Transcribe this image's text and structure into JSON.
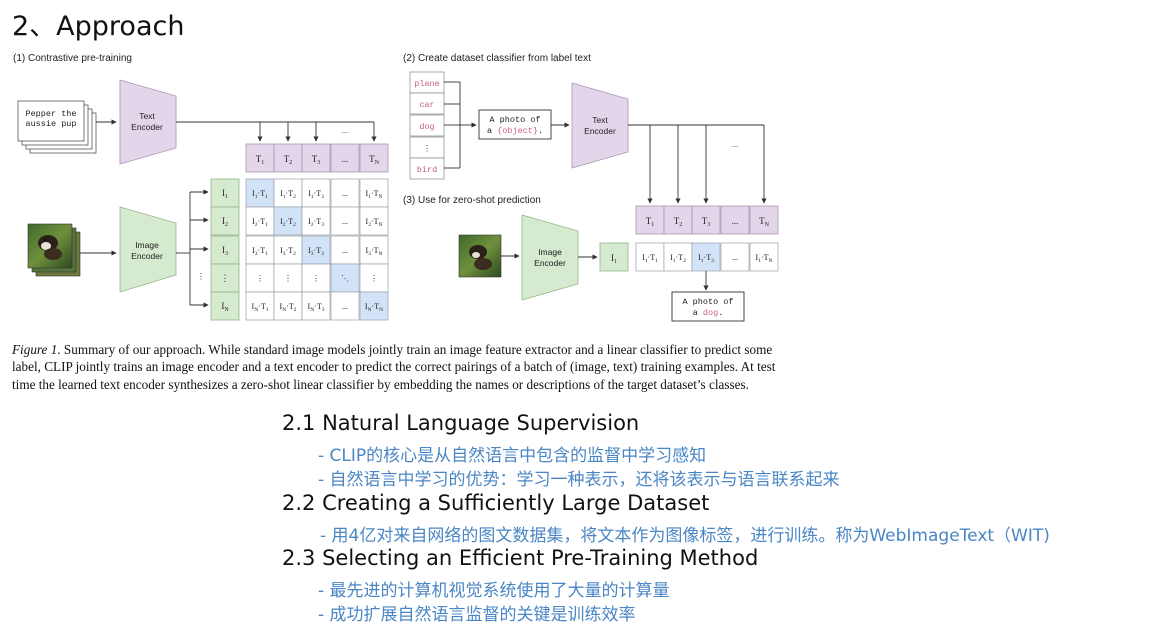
{
  "title": "2、Approach",
  "figure": {
    "panel1_title": "(1) Contrastive pre-training",
    "panel2_title": "(2) Create dataset classifier from label text",
    "panel3_title": "(3) Use for zero-shot prediction",
    "text_card": [
      "Pepper the",
      "aussie pup"
    ],
    "text_encoder": [
      "Text",
      "Encoder"
    ],
    "image_encoder": [
      "Image",
      "Encoder"
    ],
    "dots": "...",
    "t_tokens": [
      "T",
      "T",
      "T",
      "...",
      "T"
    ],
    "t_subs": [
      "1",
      "2",
      "3",
      "",
      "N"
    ],
    "i_tokens": [
      "I",
      "I",
      "I",
      "⋮",
      "I"
    ],
    "i_subs": [
      "1",
      "2",
      "3",
      "",
      "N"
    ],
    "matrix_rows": [
      [
        "I1·T1",
        "I1·T2",
        "I1·T3",
        "...",
        "I1·TN"
      ],
      [
        "I2·T1",
        "I2·T2",
        "I2·T3",
        "...",
        "I2·TN"
      ],
      [
        "I3·T1",
        "I3·T2",
        "I3·T3",
        "...",
        "I3·TN"
      ],
      [
        "⋮",
        "⋮",
        "⋮",
        "⋱",
        "⋮"
      ],
      [
        "IN·T1",
        "IN·T2",
        "IN·T3",
        "...",
        "IN·TN"
      ]
    ],
    "labels": [
      "plane",
      "car",
      "dog",
      "⋮",
      "bird"
    ],
    "template": [
      "A photo of",
      "a ",
      "{object}",
      "."
    ],
    "pred_row": [
      "I1·T1",
      "I1·T2",
      "I1·T3",
      "...",
      "I1·TN"
    ],
    "result": [
      "A photo of",
      "a ",
      "dog",
      "."
    ],
    "colors": {
      "encoder_purple": "#e3d5ea",
      "encoder_green": "#d5eacf",
      "highlight_blue": "#d3e3f7",
      "label_pink": "#c95f8c"
    }
  },
  "caption": {
    "label": "Figure 1",
    "text": ". Summary of our approach. While standard image models jointly train an image feature extractor and a linear classifier to predict some label, CLIP jointly trains an image encoder and a text encoder to predict the correct pairings of a batch of (image, text) training examples. At test time the learned text encoder synthesizes a zero-shot linear classifier by embedding the names or descriptions of the target dataset’s classes."
  },
  "sections": [
    {
      "heading": "2.1  Natural Language Supervision",
      "bullets": [
        "- CLIP的核心是从自然语言中包含的监督中学习感知",
        "- 自然语言中学习的优势：学习一种表示，还将该表示与语言联系起来"
      ]
    },
    {
      "heading": "2.2 Creating a Sufficiently Large Dataset",
      "bullets": [
        "- 用4亿对来自网络的图文数据集，将文本作为图像标签，进行训练。称为WebImageText（WIT)"
      ]
    },
    {
      "heading": "2.3 Selecting an Efficient Pre-Training Method",
      "bullets": [
        "- 最先进的计算机视觉系统使用了大量的计算量",
        "- 成功扩展自然语言监督的关键是训练效率"
      ]
    }
  ]
}
